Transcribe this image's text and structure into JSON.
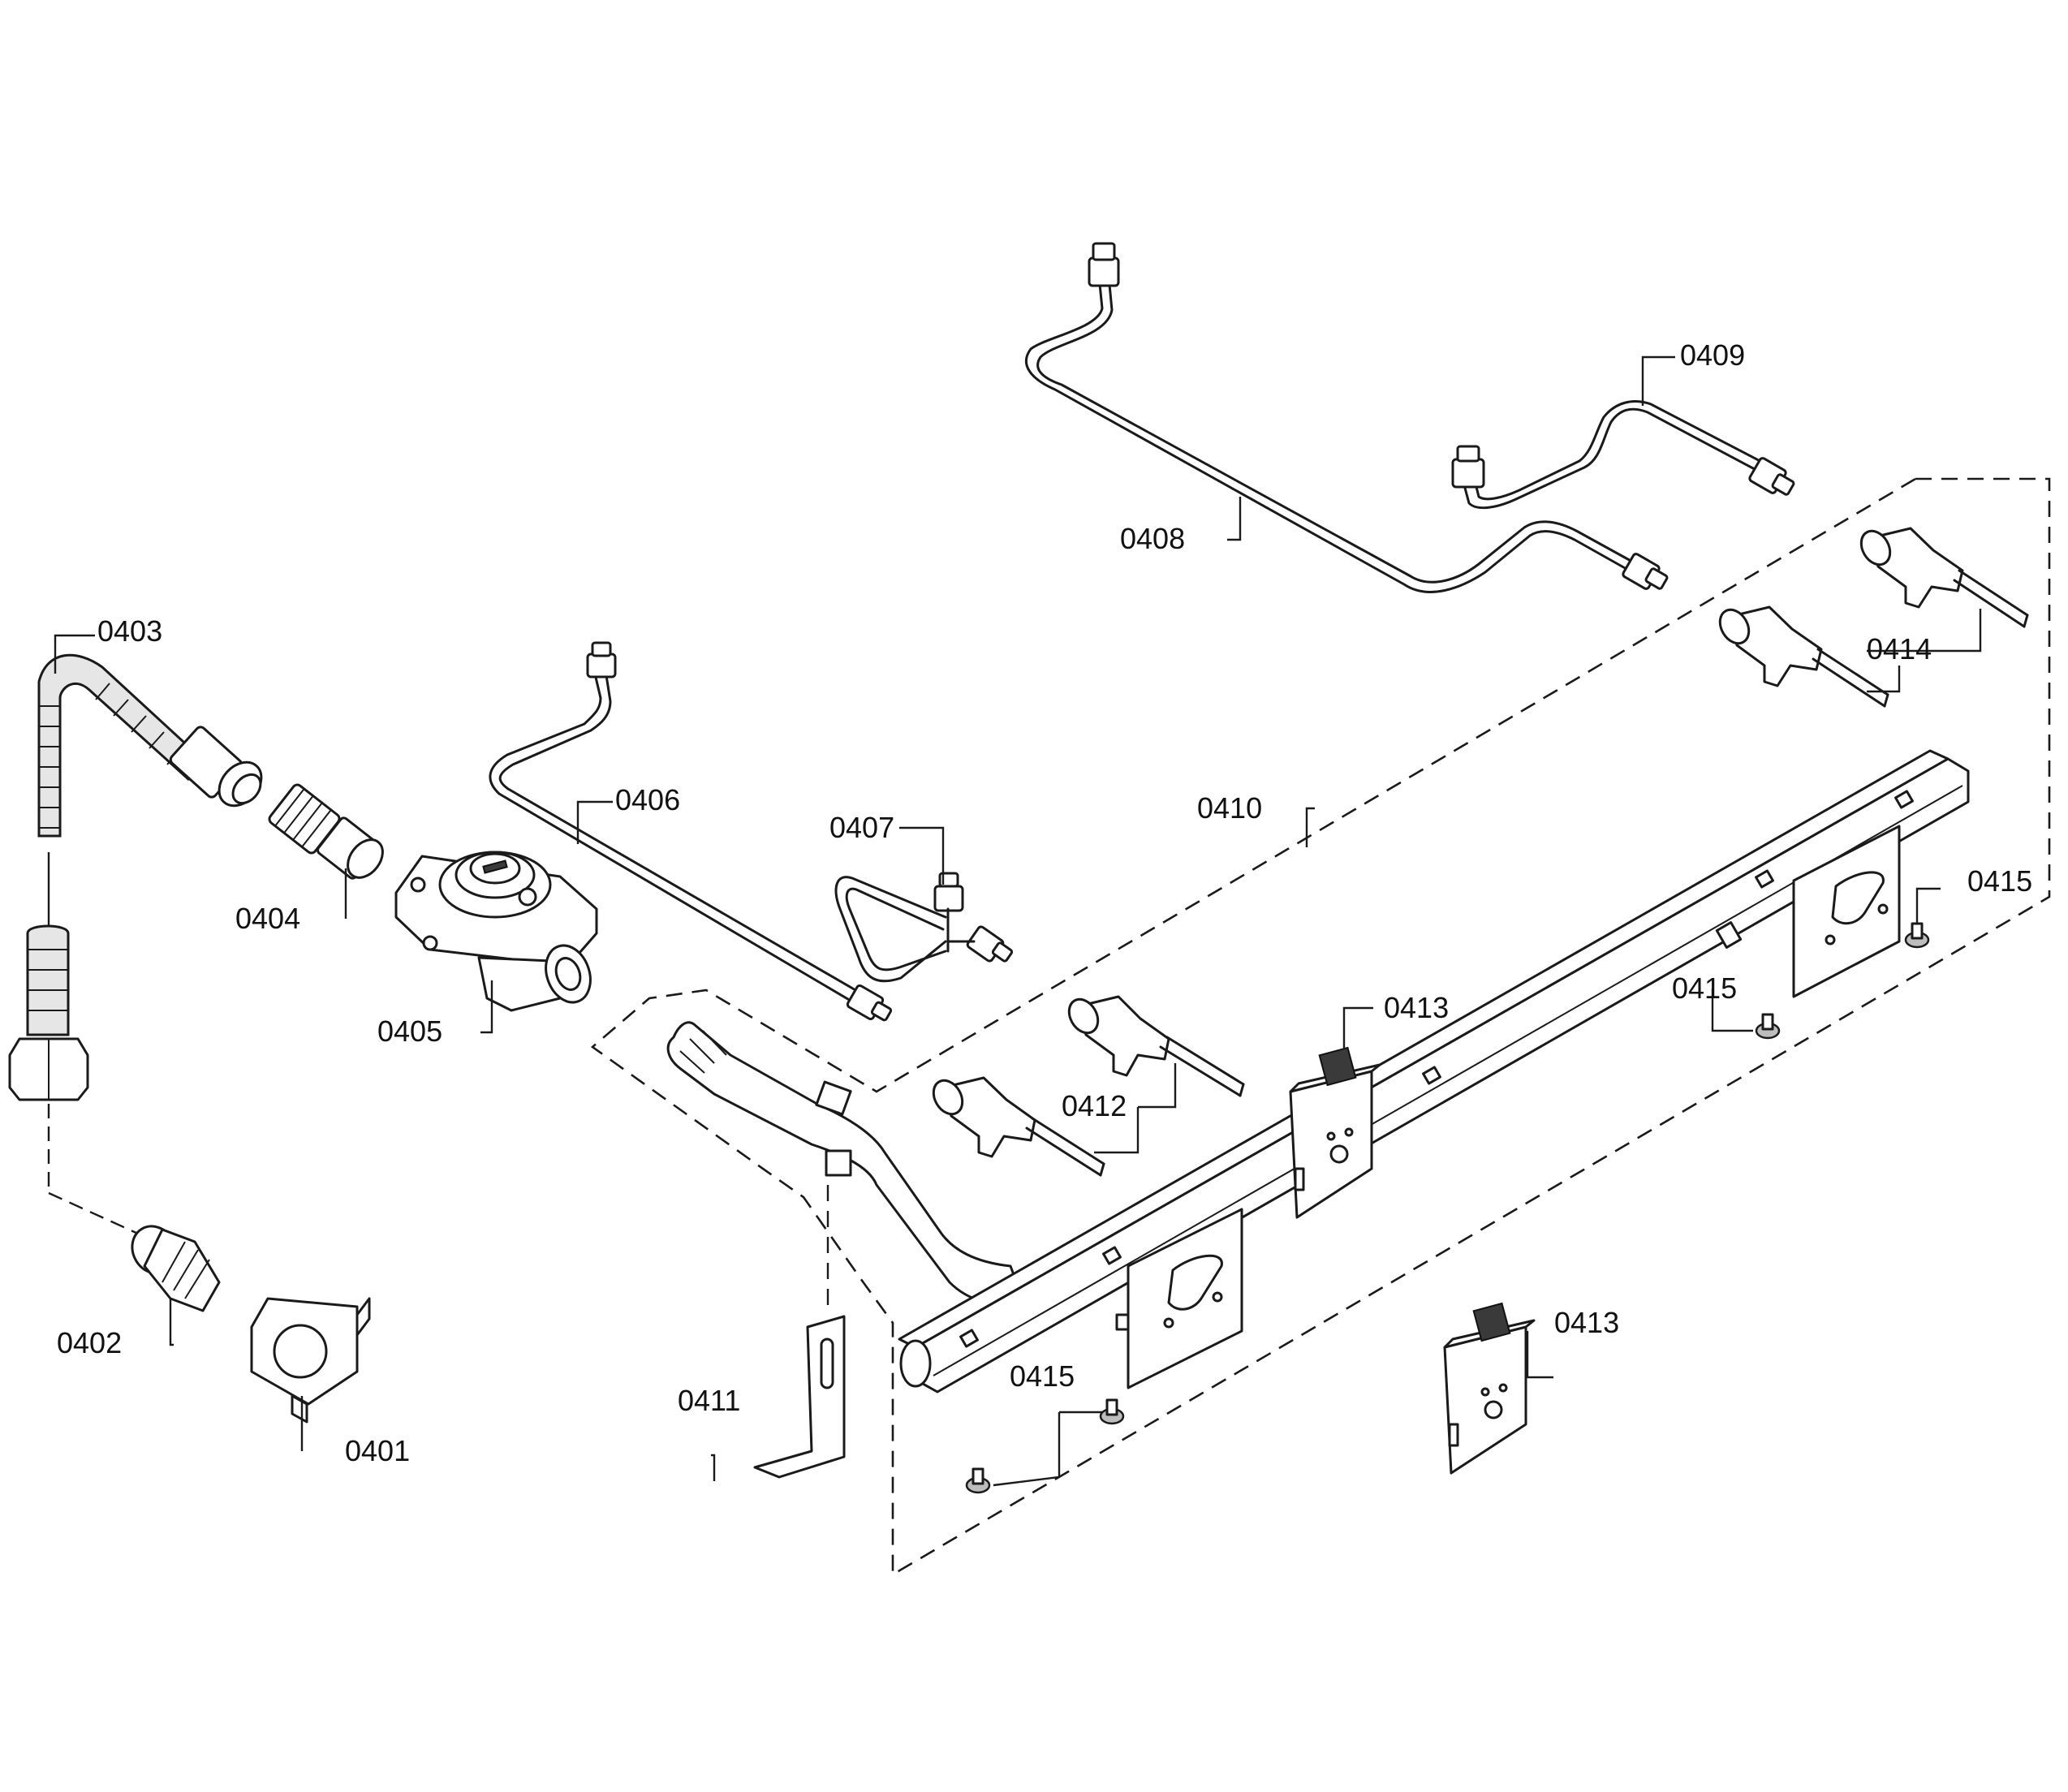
{
  "callouts": {
    "c0401": "0401",
    "c0402": "0402",
    "c0403": "0403",
    "c0404": "0404",
    "c0405": "0405",
    "c0406": "0406",
    "c0407": "0407",
    "c0408": "0408",
    "c0409": "0409",
    "c0410": "0410",
    "c0411": "0411",
    "c0412": "0412",
    "c0413a": "0413",
    "c0413b": "0413",
    "c0414": "0414",
    "c0415a": "0415",
    "c0415b": "0415",
    "c0415c": "0415"
  },
  "colors": {
    "line": "#1a1a1a",
    "fill": "#ffffff",
    "shade": "#bdbdbd"
  }
}
